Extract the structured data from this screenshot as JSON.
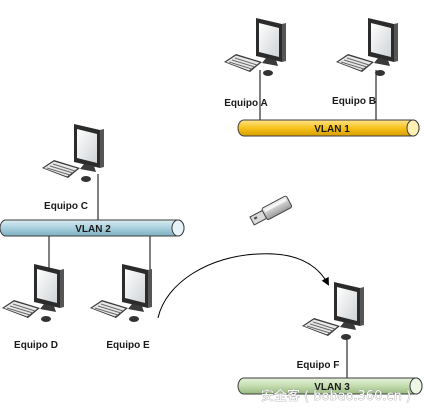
{
  "computers": {
    "a": {
      "label": "Equipo A",
      "icon": "desktop-computer-icon"
    },
    "b": {
      "label": "Equipo B",
      "icon": "desktop-computer-icon"
    },
    "c": {
      "label": "Equipo C",
      "icon": "desktop-computer-icon"
    },
    "d": {
      "label": "Equipo D",
      "icon": "desktop-computer-icon"
    },
    "e": {
      "label": "Equipo E",
      "icon": "desktop-computer-icon"
    },
    "f": {
      "label": "Equipo F",
      "icon": "desktop-computer-icon"
    }
  },
  "vlans": {
    "v1": {
      "label": "VLAN 1",
      "color": "#f7c21b"
    },
    "v2": {
      "label": "VLAN 2",
      "color": "#a9d0de"
    },
    "v3": {
      "label": "VLAN 3",
      "color": "#c3dcae"
    }
  },
  "usb_drive": {
    "icon": "usb-drive-icon"
  },
  "watermark": "安全客 ( bobao.360.cn )"
}
